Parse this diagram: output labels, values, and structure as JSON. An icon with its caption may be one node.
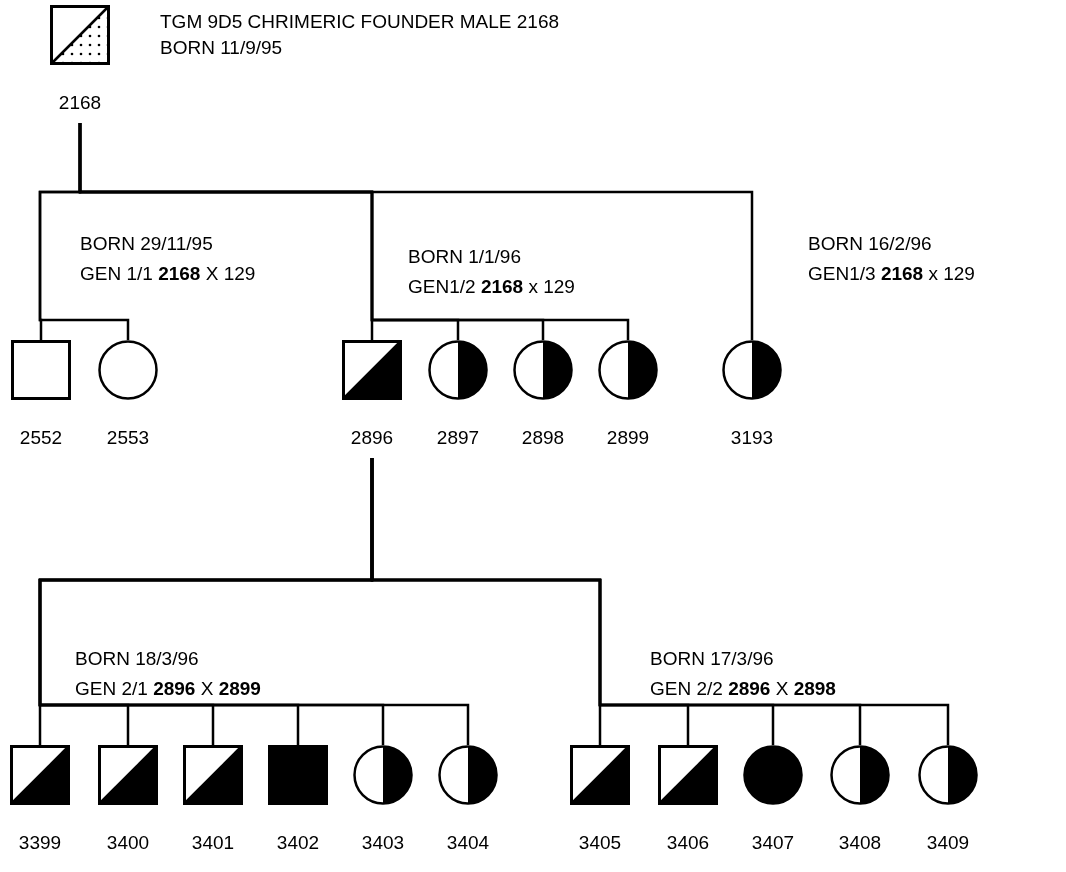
{
  "diagram": {
    "nodes": [
      {
        "text": [],
        "shape": "box",
        "beside": [
          "2168"
        ]
      },
      {
        "text": [],
        "shape": "box",
        "beside": [
          "2552"
        ]
      },
      {
        "text": [],
        "shape": "circle",
        "beside": [
          "2553"
        ]
      },
      {
        "text": [],
        "shape": "box",
        "beside": [
          "2896"
        ]
      },
      {
        "text": [],
        "shape": "circle",
        "beside": [
          "2897"
        ]
      },
      {
        "text": [],
        "shape": "circle",
        "beside": [
          "2898"
        ]
      },
      {
        "text": [],
        "shape": "circle",
        "beside": [
          "2899"
        ]
      },
      {
        "text": [],
        "shape": "circle",
        "beside": [
          "3193"
        ]
      },
      {
        "text": [],
        "shape": "box",
        "beside": [
          "3399"
        ]
      },
      {
        "text": [],
        "shape": "box",
        "beside": [
          "3400"
        ]
      },
      {
        "text": [],
        "shape": "box",
        "beside": [
          "3401"
        ]
      },
      {
        "text": [],
        "shape": "box",
        "beside": [
          "3402"
        ]
      },
      {
        "text": [],
        "shape": "circle",
        "beside": [
          "3403"
        ]
      },
      {
        "text": [],
        "shape": "circle",
        "beside": [
          "3404"
        ]
      },
      {
        "text": [],
        "shape": "box",
        "beside": [
          "3405"
        ]
      },
      {
        "text": [],
        "shape": "box",
        "beside": [
          "3406"
        ]
      },
      {
        "text": [],
        "shape": "circle",
        "beside": [
          "3407"
        ]
      },
      {
        "text": [],
        "shape": "circle",
        "beside": [
          "3408"
        ]
      },
      {
        "text": [],
        "shape": "circle",
        "beside": [
          "3409"
        ]
      }
    ],
    "edges": [
      {
        "from": 0,
        "to": 1,
        "arrow": "none"
      },
      {
        "from": 0,
        "to": 2,
        "arrow": "none"
      },
      {
        "from": 0,
        "to": 3,
        "arrow": "none"
      },
      {
        "from": 0,
        "to": 4,
        "arrow": "none"
      },
      {
        "from": 0,
        "to": 5,
        "arrow": "none"
      },
      {
        "from": 0,
        "to": 6,
        "arrow": "none"
      },
      {
        "from": 0,
        "to": 7,
        "arrow": "none"
      },
      {
        "from": 3,
        "to": 8,
        "arrow": "none"
      },
      {
        "from": 3,
        "to": 9,
        "arrow": "none"
      },
      {
        "from": 3,
        "to": 10,
        "arrow": "none"
      },
      {
        "from": 3,
        "to": 11,
        "arrow": "none"
      },
      {
        "from": 3,
        "to": 12,
        "arrow": "none"
      },
      {
        "from": 3,
        "to": 13,
        "arrow": "none"
      },
      {
        "from": 3,
        "to": 14,
        "arrow": "none"
      },
      {
        "from": 3,
        "to": 15,
        "arrow": "none"
      },
      {
        "from": 3,
        "to": 16,
        "arrow": "none"
      },
      {
        "from": 3,
        "to": 17,
        "arrow": "none"
      },
      {
        "from": 3,
        "to": 18,
        "arrow": "none"
      }
    ],
    "labels": [
      "TGM 9D5 CHRIMERIC FOUNDER MALE 2168",
      "BORN 11/9/95",
      "BORN 29/11/95",
      "GEN 1/1 **2168** X 129",
      "BORN 1/1/96",
      "GEN1/2 **2168** x 129",
      "BORN 16/2/96",
      "GEN1/3 **2168** x 129",
      "BORN 18/3/96",
      "GEN 2/1 **2896** X **2899**",
      "BORN 17/3/96",
      "GEN 2/2 **2896** X **2898**"
    ]
  }
}
